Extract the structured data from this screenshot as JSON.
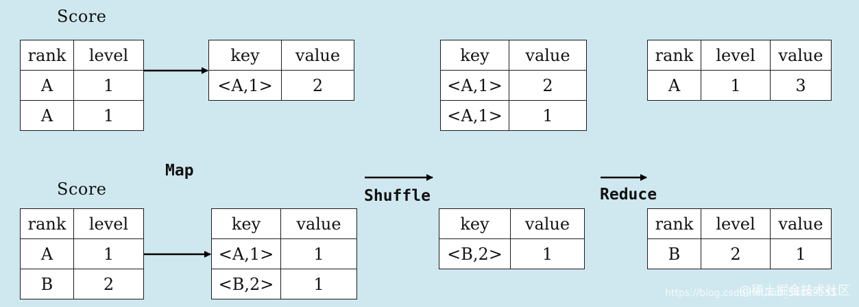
{
  "labels": {
    "score_top": "Score",
    "score_bottom": "Score",
    "map": "Map",
    "shuffle": "Shuffle",
    "reduce": "Reduce"
  },
  "tables": {
    "input1": {
      "headers": [
        "rank",
        "level"
      ],
      "rows": [
        [
          "A",
          "1"
        ],
        [
          "A",
          "1"
        ]
      ]
    },
    "map1": {
      "headers": [
        "key",
        "value"
      ],
      "rows": [
        [
          "<A,1>",
          "2"
        ]
      ]
    },
    "shuffle1": {
      "headers": [
        "key",
        "value"
      ],
      "rows": [
        [
          "<A,1>",
          "2"
        ],
        [
          "<A,1>",
          "1"
        ]
      ]
    },
    "reduce1": {
      "headers": [
        "rank",
        "level",
        "value"
      ],
      "rows": [
        [
          "A",
          "1",
          "3"
        ]
      ]
    },
    "input2": {
      "headers": [
        "rank",
        "level"
      ],
      "rows": [
        [
          "A",
          "1"
        ],
        [
          "B",
          "2"
        ]
      ]
    },
    "map2": {
      "headers": [
        "key",
        "value"
      ],
      "rows": [
        [
          "<A,1>",
          "1"
        ],
        [
          "<B,2>",
          "1"
        ]
      ]
    },
    "shuffle2": {
      "headers": [
        "key",
        "value"
      ],
      "rows": [
        [
          "<B,2>",
          "1"
        ]
      ]
    },
    "reduce2": {
      "headers": [
        "rank",
        "level",
        "value"
      ],
      "rows": [
        [
          "B",
          "2",
          "1"
        ]
      ]
    }
  },
  "watermark": {
    "url": "https://blog.csdn.net/m0_54869155",
    "brand": "@稀土掘金技术社区"
  },
  "colors": {
    "background": "#cfe8ef",
    "cell": "#ffffff",
    "line": "#1a1a1a"
  }
}
